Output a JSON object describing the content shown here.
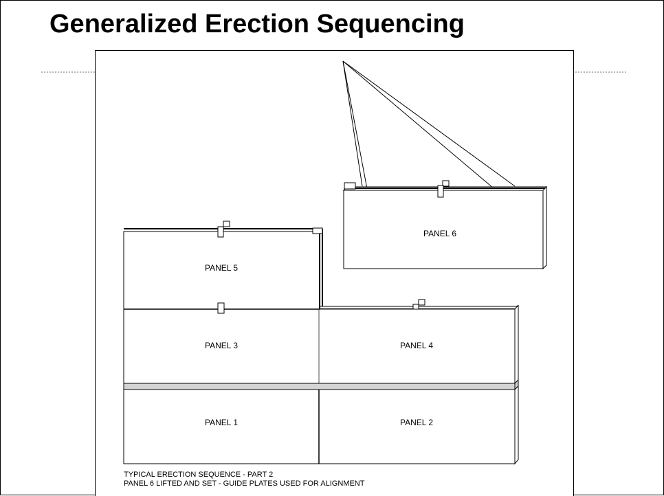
{
  "slide": {
    "title": "Generalized Erection Sequencing"
  },
  "drawing": {
    "panels": {
      "panel_1": "PANEL 1",
      "panel_2": "PANEL 2",
      "panel_3": "PANEL 3",
      "panel_4": "PANEL 4",
      "panel_5": "PANEL 5",
      "panel_6": "PANEL 6"
    },
    "caption": {
      "line_1": "TYPICAL ERECTION SEQUENCE - PART 2",
      "line_2": "PANEL 6 LIFTED AND SET - GUIDE PLATES USED FOR ALIGNMENT"
    },
    "colors": {
      "line": "#000000",
      "joint_band": "#d4d4d4",
      "divider": "#b5b5b5"
    }
  }
}
